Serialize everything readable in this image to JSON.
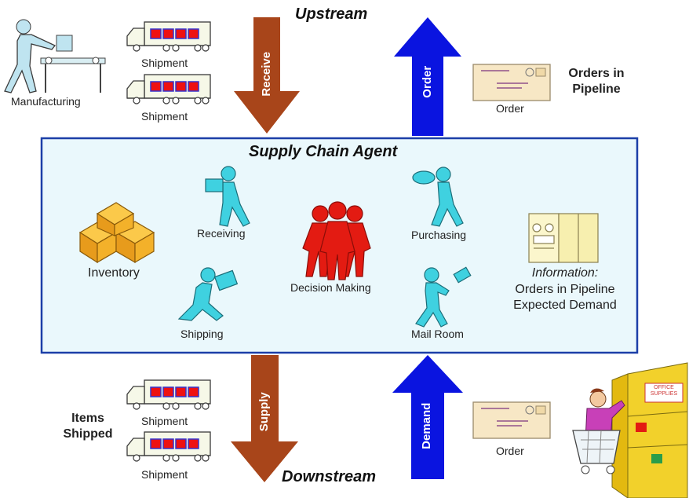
{
  "titles": {
    "upstream": "Upstream",
    "downstream": "Downstream",
    "agent": "Supply Chain Agent"
  },
  "arrows": {
    "receive": "Receive",
    "order": "Order",
    "supply": "Supply",
    "demand": "Demand"
  },
  "top": {
    "manufacturing": "Manufacturing",
    "shipment_1": "Shipment",
    "shipment_2": "Shipment",
    "order_letter": "Order",
    "orders_pipeline_line1": "Orders in",
    "orders_pipeline_line2": "Pipeline"
  },
  "agent": {
    "inventory": "Inventory",
    "receiving": "Receiving",
    "shipping": "Shipping",
    "decision_making": "Decision Making",
    "purchasing": "Purchasing",
    "mail_room": "Mail Room",
    "info_label": "Information:",
    "info_line1": "Orders in Pipeline",
    "info_line2": "Expected Demand"
  },
  "bottom": {
    "items_line1": "Items",
    "items_line2": "Shipped",
    "shipment_1": "Shipment",
    "shipment_2": "Shipment",
    "order_letter": "Order",
    "store_sign": "OFFICE SUPPLIES"
  },
  "colors": {
    "box_fill": "#eaf8fc",
    "box_stroke": "#1c3fa8",
    "up_arrow": "#0a14e0",
    "down_arrow": "#a8451a",
    "figure_cyan": "#3fd1e0",
    "figure_red": "#e31b12",
    "inventory": "#f3b12a",
    "store_shelf": "#f2d12b"
  }
}
